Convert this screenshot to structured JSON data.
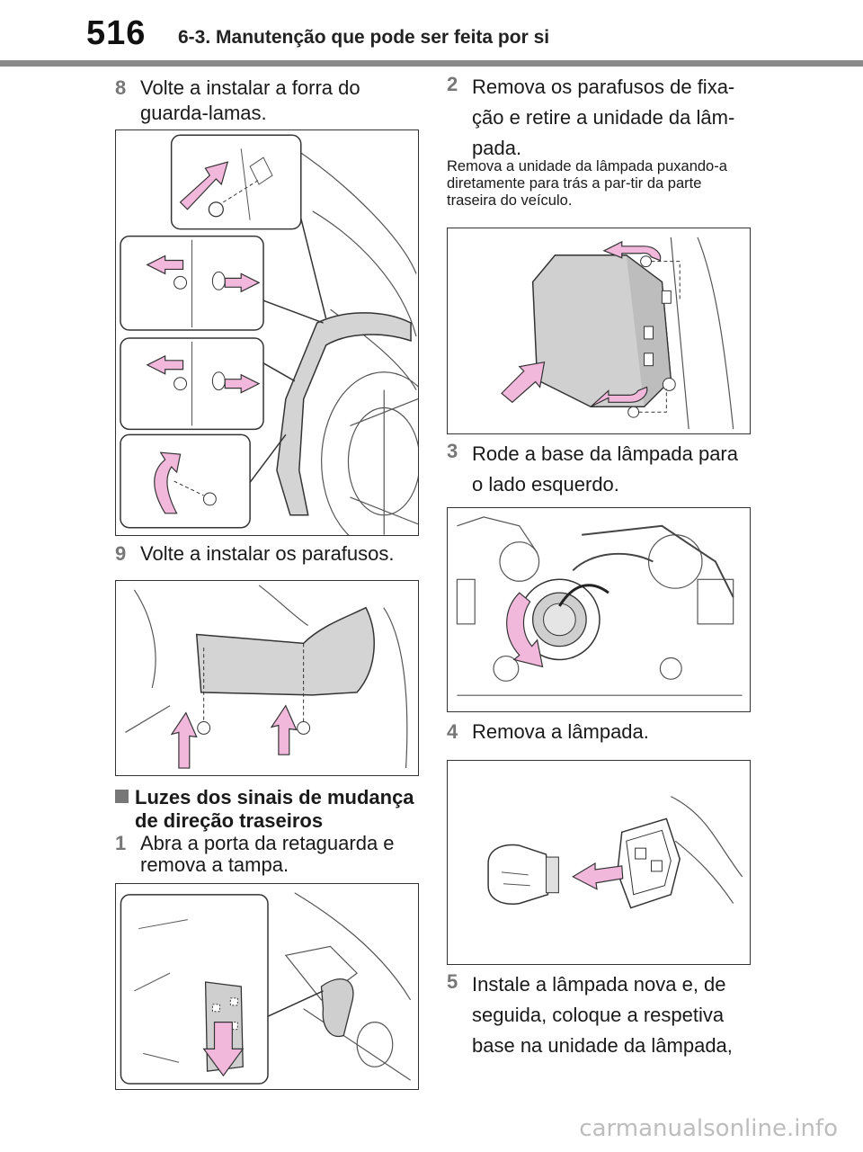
{
  "header": {
    "page_number": "516",
    "section_title": "6-3. Manutenção que pode ser feita por si"
  },
  "left_column": {
    "step8": {
      "num": "8",
      "text": "Volte a instalar a forra do guarda-lamas."
    },
    "step9": {
      "num": "9",
      "text": "Volte a instalar os parafusos."
    },
    "subheading": "Luzes dos sinais de mudança de direção traseiros",
    "step1": {
      "num": "1",
      "text": "Abra a porta da retaguarda e remova a tampa."
    }
  },
  "right_column": {
    "step2": {
      "num": "2",
      "text": "Remova os parafusos de fixa-ção e retire a unidade da lâm-pada."
    },
    "step2_note": "Remova a unidade da lâmpada puxando-a diretamente para trás a par-tir da parte traseira do veículo.",
    "step3": {
      "num": "3",
      "text": "Rode a base da lâmpada para o lado esquerdo."
    },
    "step4": {
      "num": "4",
      "text": "Remova a lâmpada."
    },
    "step5": {
      "num": "5",
      "text": "Instale a lâmpada nova e, de seguida, coloque a respetiva base na unidade da lâmpada,"
    }
  },
  "footer": {
    "watermark": "carmanualsonline.info"
  },
  "colors": {
    "arrow_pink": "#f2b8dc",
    "arrow_stroke": "#333333",
    "part_gray": "#cfcfcf",
    "rule_gray": "#8a8a8a"
  }
}
